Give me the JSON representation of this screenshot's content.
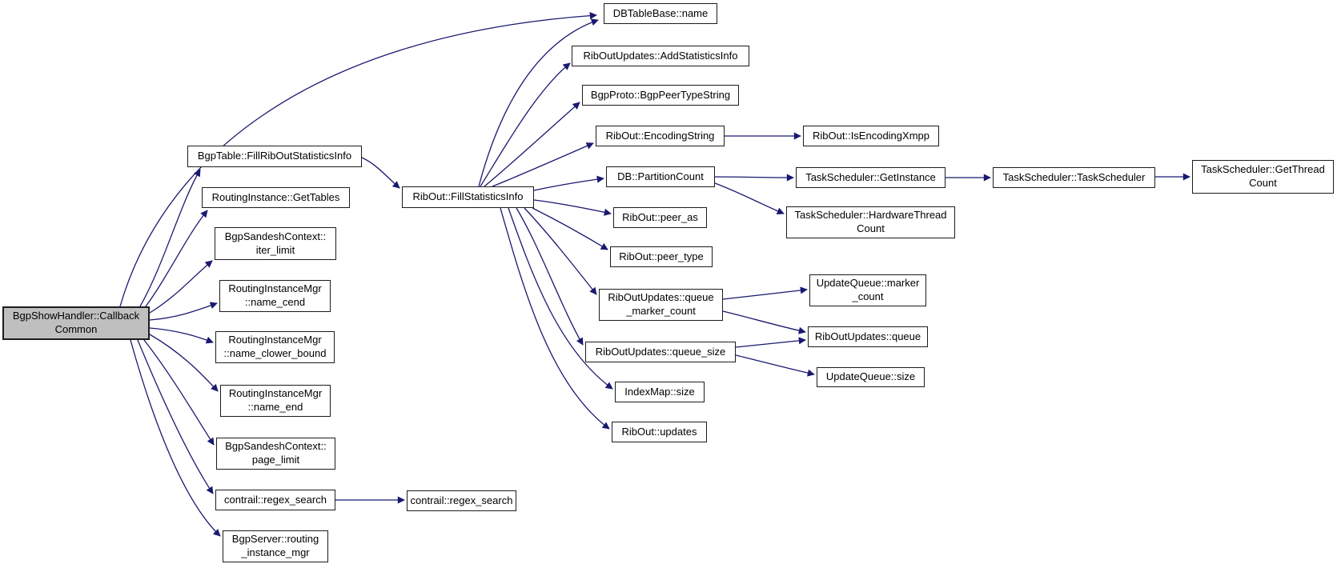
{
  "diagram": {
    "kind": "call-graph",
    "background_color": "#ffffff",
    "edge_color": "#191970",
    "node_border_color": "#1c1c1c",
    "node_fill_color": "#ffffff",
    "root_node_fill_color": "#bfbfbf"
  },
  "nodes": [
    {
      "id": "bgpshowhandler-callbackcommon",
      "label": "BgpShowHandler::Callback\nCommon",
      "root": true
    },
    {
      "id": "bgptable-fillriboutstatisticsinfo",
      "label": "BgpTable::FillRibOutStatisticsInfo"
    },
    {
      "id": "routinginstance-gettables",
      "label": "RoutingInstance::GetTables"
    },
    {
      "id": "bgpsandeshcontext-iter-limit",
      "label": "BgpSandeshContext::\niter_limit"
    },
    {
      "id": "routinginstancemgr-name-cend",
      "label": "RoutingInstanceMgr\n::name_cend"
    },
    {
      "id": "routinginstancemgr-name-clower-bound",
      "label": "RoutingInstanceMgr\n::name_clower_bound"
    },
    {
      "id": "routinginstancemgr-name-end",
      "label": "RoutingInstanceMgr\n::name_end"
    },
    {
      "id": "bgpsandeshcontext-page-limit",
      "label": "BgpSandeshContext::\npage_limit"
    },
    {
      "id": "contrail-regex-search-1",
      "label": "contrail::regex_search"
    },
    {
      "id": "bgpserver-routing-instance-mgr",
      "label": "BgpServer::routing\n_instance_mgr"
    },
    {
      "id": "contrail-regex-search-2",
      "label": "contrail::regex_search"
    },
    {
      "id": "ribout-fillstatisticsinfo",
      "label": "RibOut::FillStatisticsInfo"
    },
    {
      "id": "dbtablebase-name",
      "label": "DBTableBase::name"
    },
    {
      "id": "riboutupdates-addstatisticsinfo",
      "label": "RibOutUpdates::AddStatisticsInfo"
    },
    {
      "id": "bgpproto-bgppeertypestring",
      "label": "BgpProto::BgpPeerTypeString"
    },
    {
      "id": "ribout-encodingstring",
      "label": "RibOut::EncodingString"
    },
    {
      "id": "db-partitioncount",
      "label": "DB::PartitionCount"
    },
    {
      "id": "ribout-peer-as",
      "label": "RibOut::peer_as"
    },
    {
      "id": "ribout-peer-type",
      "label": "RibOut::peer_type"
    },
    {
      "id": "riboutupdates-queue-marker-count",
      "label": "RibOutUpdates::queue\n_marker_count"
    },
    {
      "id": "riboutupdates-queue-size",
      "label": "RibOutUpdates::queue_size"
    },
    {
      "id": "indexmap-size",
      "label": "IndexMap::size"
    },
    {
      "id": "ribout-updates",
      "label": "RibOut::updates"
    },
    {
      "id": "ribout-isencodingxmpp",
      "label": "RibOut::IsEncodingXmpp"
    },
    {
      "id": "taskscheduler-getinstance",
      "label": "TaskScheduler::GetInstance"
    },
    {
      "id": "taskscheduler-hardwarethreadcount",
      "label": "TaskScheduler::HardwareThread\nCount"
    },
    {
      "id": "updatequeue-marker-count",
      "label": "UpdateQueue::marker\n_count"
    },
    {
      "id": "riboutupdates-queue",
      "label": "RibOutUpdates::queue"
    },
    {
      "id": "updatequeue-size",
      "label": "UpdateQueue::size"
    },
    {
      "id": "taskscheduler-taskscheduler",
      "label": "TaskScheduler::TaskScheduler"
    },
    {
      "id": "taskscheduler-getthreadcount",
      "label": "TaskScheduler::GetThread\nCount"
    }
  ],
  "edges": [
    [
      "bgpshowhandler-callbackcommon",
      "dbtablebase-name"
    ],
    [
      "bgpshowhandler-callbackcommon",
      "bgptable-fillriboutstatisticsinfo"
    ],
    [
      "bgpshowhandler-callbackcommon",
      "routinginstance-gettables"
    ],
    [
      "bgpshowhandler-callbackcommon",
      "bgpsandeshcontext-iter-limit"
    ],
    [
      "bgpshowhandler-callbackcommon",
      "routinginstancemgr-name-cend"
    ],
    [
      "bgpshowhandler-callbackcommon",
      "routinginstancemgr-name-clower-bound"
    ],
    [
      "bgpshowhandler-callbackcommon",
      "routinginstancemgr-name-end"
    ],
    [
      "bgpshowhandler-callbackcommon",
      "bgpsandeshcontext-page-limit"
    ],
    [
      "bgpshowhandler-callbackcommon",
      "contrail-regex-search-1"
    ],
    [
      "bgpshowhandler-callbackcommon",
      "bgpserver-routing-instance-mgr"
    ],
    [
      "bgptable-fillriboutstatisticsinfo",
      "ribout-fillstatisticsinfo"
    ],
    [
      "contrail-regex-search-1",
      "contrail-regex-search-2"
    ],
    [
      "ribout-fillstatisticsinfo",
      "dbtablebase-name"
    ],
    [
      "ribout-fillstatisticsinfo",
      "riboutupdates-addstatisticsinfo"
    ],
    [
      "ribout-fillstatisticsinfo",
      "bgpproto-bgppeertypestring"
    ],
    [
      "ribout-fillstatisticsinfo",
      "ribout-encodingstring"
    ],
    [
      "ribout-fillstatisticsinfo",
      "db-partitioncount"
    ],
    [
      "ribout-fillstatisticsinfo",
      "ribout-peer-as"
    ],
    [
      "ribout-fillstatisticsinfo",
      "ribout-peer-type"
    ],
    [
      "ribout-fillstatisticsinfo",
      "riboutupdates-queue-marker-count"
    ],
    [
      "ribout-fillstatisticsinfo",
      "riboutupdates-queue-size"
    ],
    [
      "ribout-fillstatisticsinfo",
      "indexmap-size"
    ],
    [
      "ribout-fillstatisticsinfo",
      "ribout-updates"
    ],
    [
      "ribout-encodingstring",
      "ribout-isencodingxmpp"
    ],
    [
      "db-partitioncount",
      "taskscheduler-getinstance"
    ],
    [
      "db-partitioncount",
      "taskscheduler-hardwarethreadcount"
    ],
    [
      "taskscheduler-getinstance",
      "taskscheduler-taskscheduler"
    ],
    [
      "taskscheduler-taskscheduler",
      "taskscheduler-getthreadcount"
    ],
    [
      "riboutupdates-queue-marker-count",
      "updatequeue-marker-count"
    ],
    [
      "riboutupdates-queue-marker-count",
      "riboutupdates-queue"
    ],
    [
      "riboutupdates-queue-size",
      "riboutupdates-queue"
    ],
    [
      "riboutupdates-queue-size",
      "updatequeue-size"
    ]
  ]
}
